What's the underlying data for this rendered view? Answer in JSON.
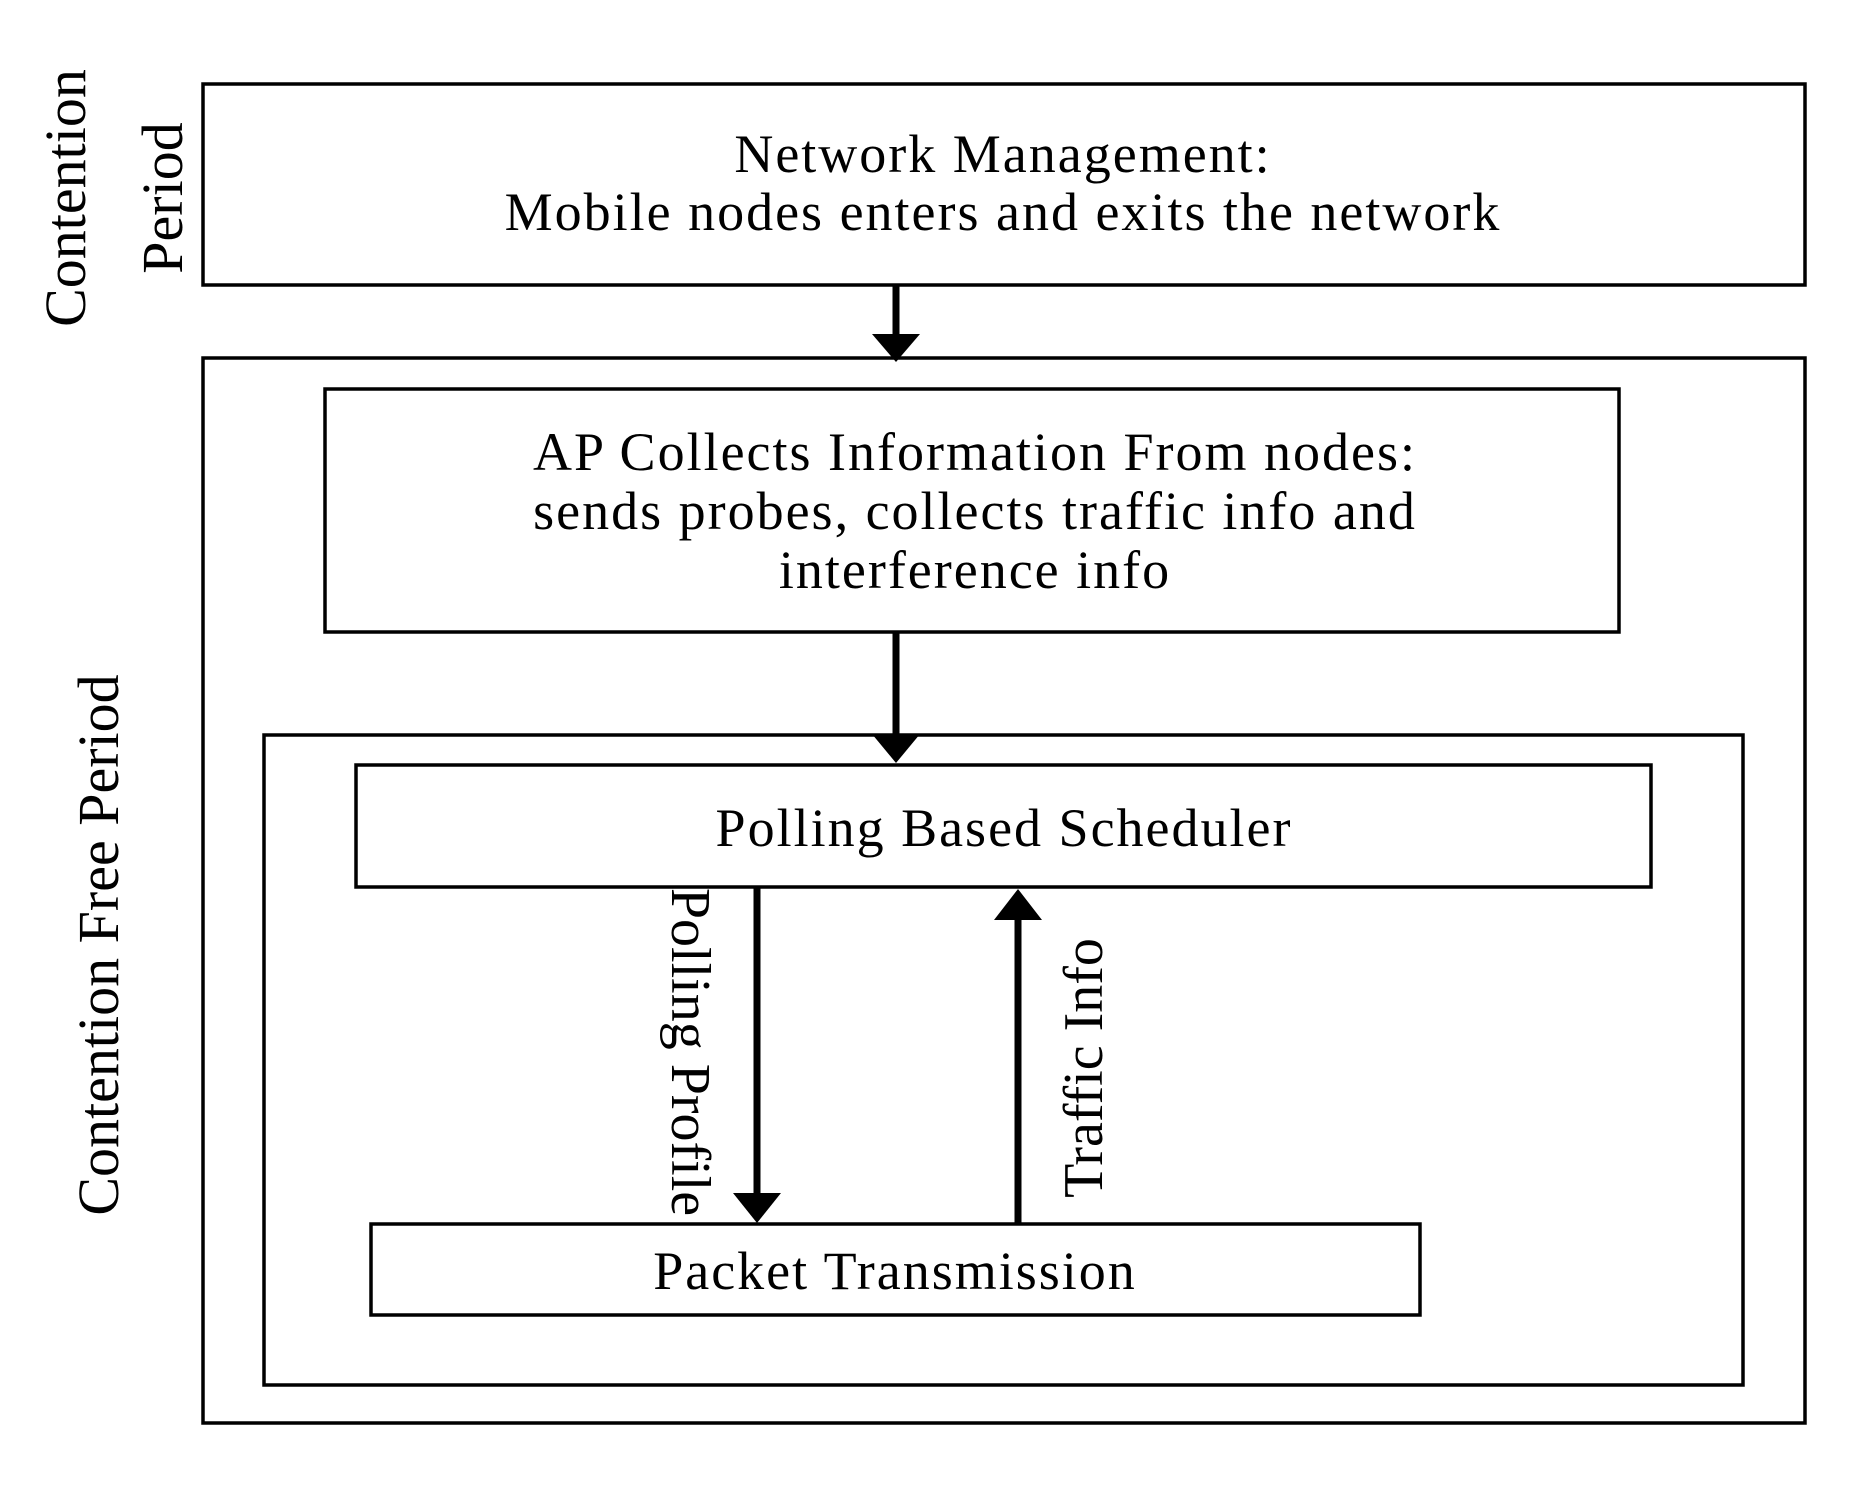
{
  "diagram": {
    "side_labels": {
      "contention_period": [
        "Contention",
        "Period"
      ],
      "contention_free_period": "Contention Free Period"
    },
    "boxes": {
      "network_management": [
        "Network Management:",
        "Mobile nodes enters and exits the network"
      ],
      "ap_collects": [
        "AP Collects Information From nodes:",
        "sends probes, collects traffic info and",
        "interference info"
      ],
      "scheduler": "Polling Based Scheduler",
      "packet_transmission": "Packet Transmission"
    },
    "arrow_labels": {
      "polling_profile": "Polling Profile",
      "traffic_info": "Traffic Info"
    },
    "colors": {
      "stroke": "#000000",
      "background": "#ffffff"
    }
  }
}
